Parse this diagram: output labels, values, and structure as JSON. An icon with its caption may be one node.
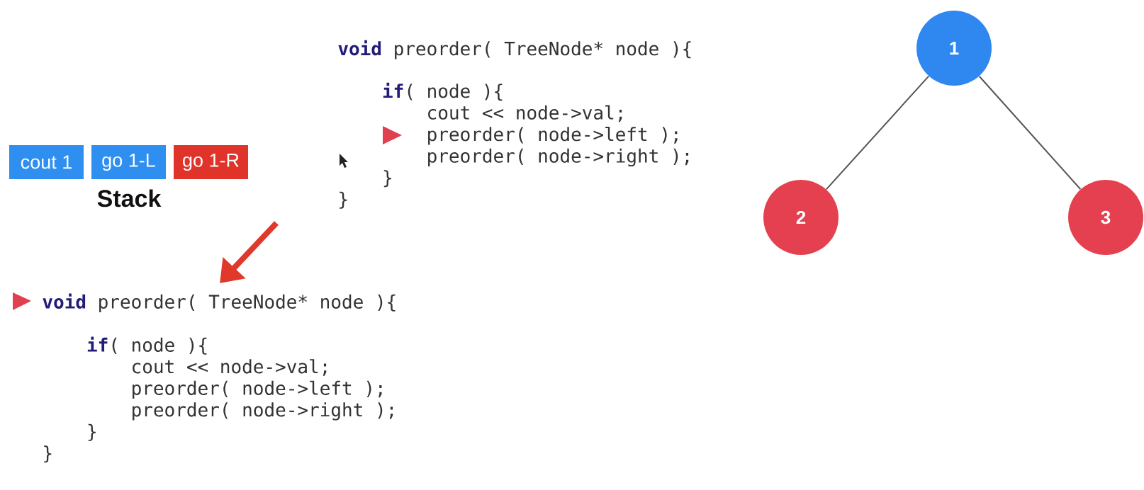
{
  "diagram": {
    "nodes": [
      {
        "text": [
          "cout 1"
        ]
      },
      {
        "text": [
          "go 1-L"
        ]
      },
      {
        "text": [
          "go 1-R"
        ]
      },
      {
        "text": [
          "1"
        ]
      },
      {
        "text": [
          "2"
        ]
      },
      {
        "text": [
          "3"
        ]
      },
      {
        "text": [
          "**void** preorder( TreeNode* node ){",
          "**if**( node ){",
          "cout << node->val;",
          "preorder( node->left );",
          "preorder( node->right );",
          "}",
          "}"
        ]
      }
    ],
    "edges": [
      {
        "from": 3,
        "to": 4,
        "arrow": "none"
      },
      {
        "from": 3,
        "to": 5,
        "arrow": "none"
      },
      {
        "from": null,
        "to": 6,
        "arrow": "to",
        "style": "thick",
        "color": "#e0392b"
      }
    ],
    "labels": [
      "**void** preorder( TreeNode* node ){",
      "**if**( node ){",
      "cout << node->val;",
      "preorder( node->left );",
      "preorder( node->right );",
      "}",
      "}",
      "Stack"
    ]
  }
}
